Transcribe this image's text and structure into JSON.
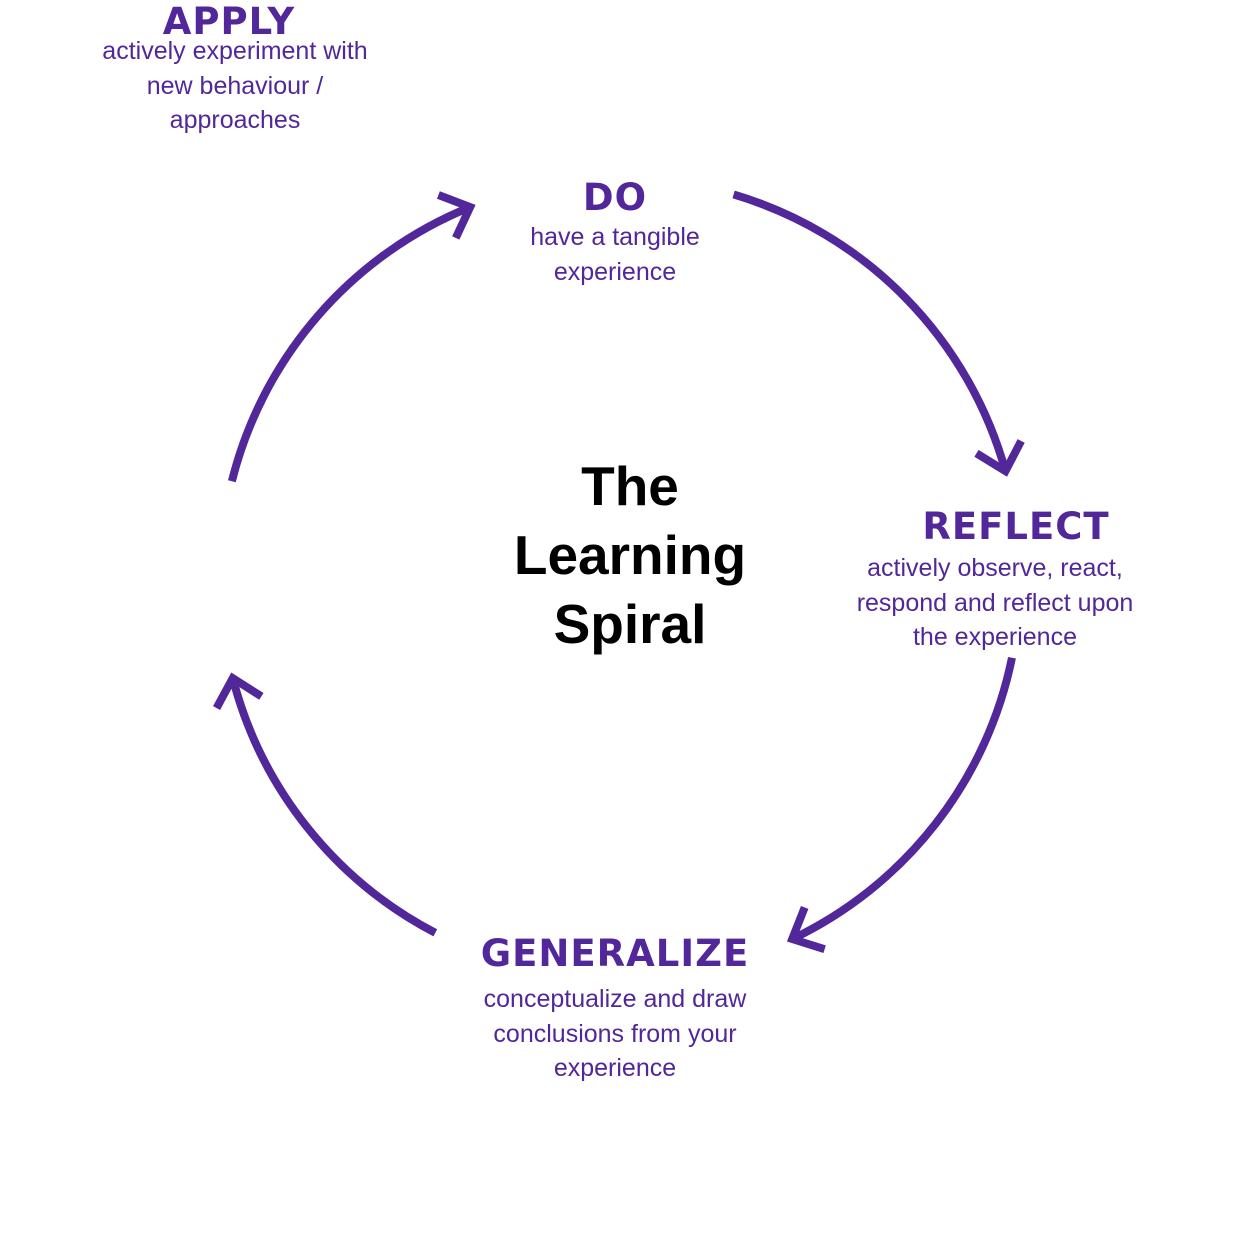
{
  "title": {
    "lines": [
      "The",
      "Learning",
      "Spiral"
    ]
  },
  "colors": {
    "accent": "#51279a",
    "title": "#000000",
    "background": "#ffffff"
  },
  "stages": {
    "do": {
      "label": "DO",
      "desc_lines": [
        "have a tangible",
        "experience"
      ]
    },
    "reflect": {
      "label": "REFLECT",
      "desc_lines": [
        "actively observe, react,",
        "respond and reflect upon",
        "the experience"
      ]
    },
    "generalize": {
      "label": "GENERALIZE",
      "desc_lines": [
        "conceptualize and draw",
        "conclusions from your",
        "experience"
      ]
    },
    "apply": {
      "label": "APPLY",
      "desc_lines": [
        "actively experiment with",
        "new behaviour /",
        "approaches"
      ]
    }
  },
  "cycle": {
    "direction": "clockwise",
    "order": [
      "DO",
      "REFLECT",
      "GENERALIZE",
      "APPLY"
    ],
    "arrows": [
      {
        "from": "DO",
        "to": "REFLECT",
        "icon": "curved-arrow-icon"
      },
      {
        "from": "REFLECT",
        "to": "GENERALIZE",
        "icon": "curved-arrow-icon"
      },
      {
        "from": "GENERALIZE",
        "to": "APPLY",
        "icon": "curved-arrow-icon"
      },
      {
        "from": "APPLY",
        "to": "DO",
        "icon": "curved-arrow-icon"
      }
    ]
  }
}
